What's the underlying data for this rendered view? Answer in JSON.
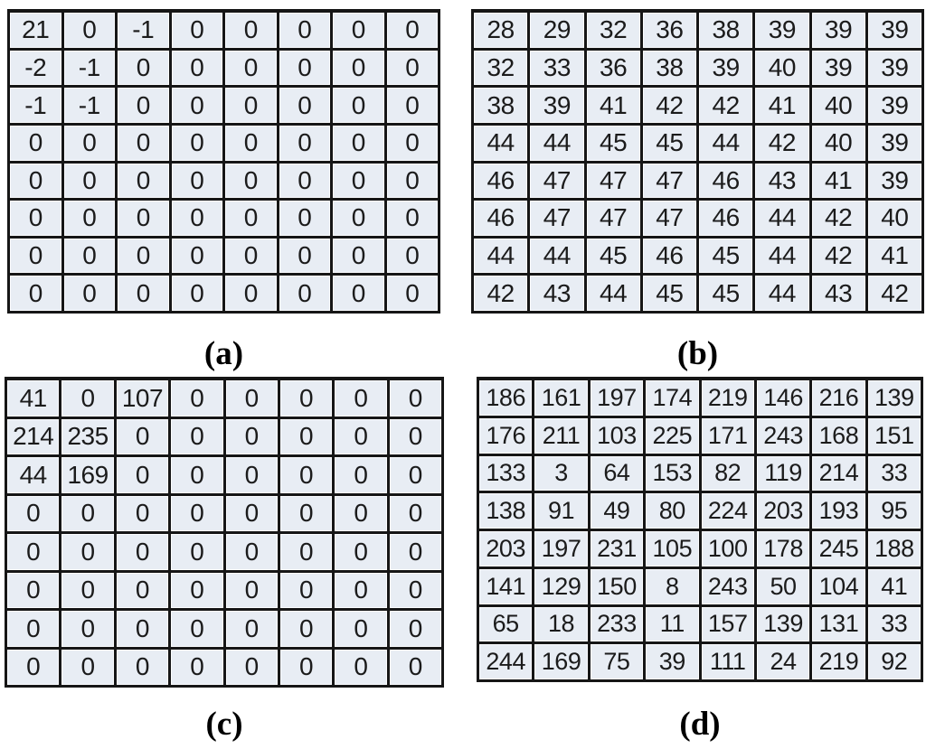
{
  "figure": {
    "panels": [
      {
        "id": "a",
        "label": "(a)",
        "matrix": [
          [
            21,
            0,
            -1,
            0,
            0,
            0,
            0,
            0
          ],
          [
            -2,
            -1,
            0,
            0,
            0,
            0,
            0,
            0
          ],
          [
            -1,
            -1,
            0,
            0,
            0,
            0,
            0,
            0
          ],
          [
            0,
            0,
            0,
            0,
            0,
            0,
            0,
            0
          ],
          [
            0,
            0,
            0,
            0,
            0,
            0,
            0,
            0
          ],
          [
            0,
            0,
            0,
            0,
            0,
            0,
            0,
            0
          ],
          [
            0,
            0,
            0,
            0,
            0,
            0,
            0,
            0
          ],
          [
            0,
            0,
            0,
            0,
            0,
            0,
            0,
            0
          ]
        ]
      },
      {
        "id": "b",
        "label": "(b)",
        "matrix": [
          [
            28,
            29,
            32,
            36,
            38,
            39,
            39,
            39
          ],
          [
            32,
            33,
            36,
            38,
            39,
            40,
            39,
            39
          ],
          [
            38,
            39,
            41,
            42,
            42,
            41,
            40,
            39
          ],
          [
            44,
            44,
            45,
            45,
            44,
            42,
            40,
            39
          ],
          [
            46,
            47,
            47,
            47,
            46,
            43,
            41,
            39
          ],
          [
            46,
            47,
            47,
            47,
            46,
            44,
            42,
            40
          ],
          [
            44,
            44,
            45,
            46,
            45,
            44,
            42,
            41
          ],
          [
            42,
            43,
            44,
            45,
            45,
            44,
            43,
            42
          ]
        ]
      },
      {
        "id": "c",
        "label": "(c)",
        "matrix": [
          [
            41,
            0,
            107,
            0,
            0,
            0,
            0,
            0
          ],
          [
            214,
            235,
            0,
            0,
            0,
            0,
            0,
            0
          ],
          [
            44,
            169,
            0,
            0,
            0,
            0,
            0,
            0
          ],
          [
            0,
            0,
            0,
            0,
            0,
            0,
            0,
            0
          ],
          [
            0,
            0,
            0,
            0,
            0,
            0,
            0,
            0
          ],
          [
            0,
            0,
            0,
            0,
            0,
            0,
            0,
            0
          ],
          [
            0,
            0,
            0,
            0,
            0,
            0,
            0,
            0
          ],
          [
            0,
            0,
            0,
            0,
            0,
            0,
            0,
            0
          ]
        ]
      },
      {
        "id": "d",
        "label": "(d)",
        "matrix": [
          [
            186,
            161,
            197,
            174,
            219,
            146,
            216,
            139
          ],
          [
            176,
            211,
            103,
            225,
            171,
            243,
            168,
            151
          ],
          [
            133,
            3,
            64,
            153,
            82,
            119,
            214,
            33
          ],
          [
            138,
            91,
            49,
            80,
            224,
            203,
            193,
            95
          ],
          [
            203,
            197,
            231,
            105,
            100,
            178,
            245,
            188
          ],
          [
            141,
            129,
            150,
            8,
            243,
            50,
            104,
            41
          ],
          [
            65,
            18,
            233,
            11,
            157,
            139,
            131,
            33
          ],
          [
            244,
            169,
            75,
            39,
            111,
            24,
            219,
            92
          ]
        ]
      }
    ]
  },
  "colors": {
    "cell_background": "#e8edf4",
    "grid_line": "#161616",
    "cell_text": "#1b1b1b",
    "label_text": "#000000",
    "page_background": "#ffffff"
  }
}
